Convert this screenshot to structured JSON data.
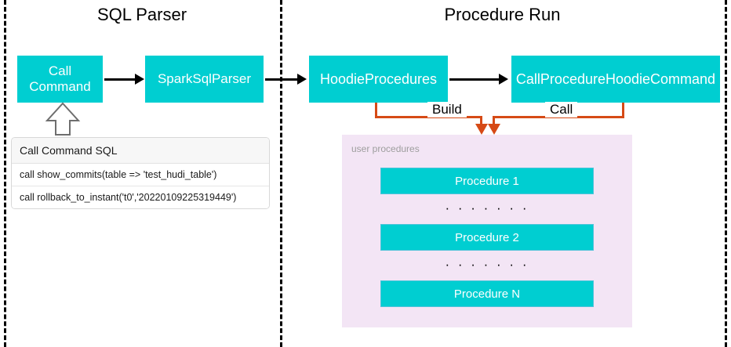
{
  "diagram": {
    "title_left": "SQL Parser",
    "title_right": "Procedure Run",
    "accent_teal": "#00CED1",
    "accent_orange": "#D64A16",
    "panel_purple": "#F3E5F5",
    "nodes": {
      "call_command": "Call\nCommand",
      "spark_sql_parser": "SparkSqlParser",
      "hoodie_procedures": "HoodieProcedures",
      "call_procedure_hoodie_command": "CallProcedureHoodieCommand"
    },
    "edge_labels": {
      "build": "Build",
      "call": "Call"
    },
    "sql_card": {
      "header": "Call Command SQL",
      "rows": [
        "call show_commits(table => 'test_hudi_table')",
        "call rollback_to_instant('t0','20220109225319449')"
      ]
    },
    "procedures_panel": {
      "label": "user procedures",
      "items": [
        "Procedure 1",
        "Procedure 2",
        "Procedure N"
      ],
      "ellipsis": "· · · · · · ·"
    }
  }
}
